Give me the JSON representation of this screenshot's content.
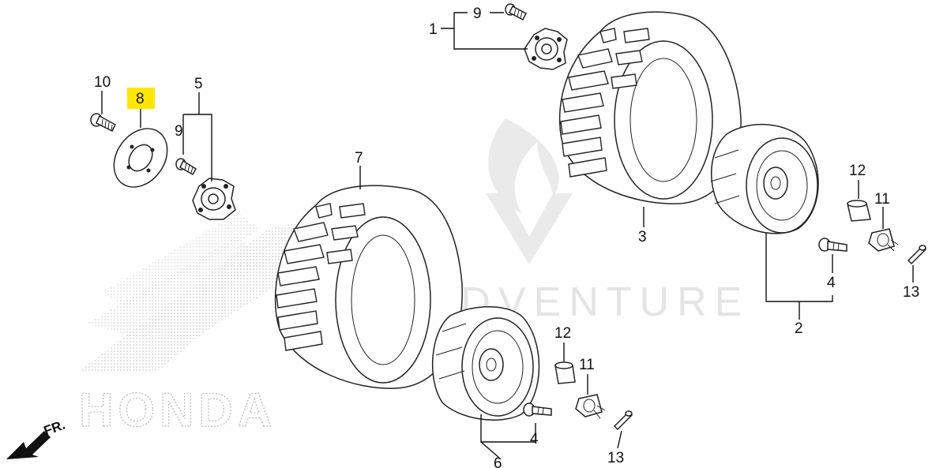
{
  "watermark": {
    "text": "LEADVENTURE"
  },
  "brand": {
    "text": "HONDA"
  },
  "direction": {
    "label": "FR.",
    "icon": "arrow-front-icon"
  },
  "highlight_color": "#ffe600",
  "callouts": {
    "c1": "1",
    "c2": "2",
    "c3": "3",
    "c4a": "4",
    "c4b": "4",
    "c5": "5",
    "c6": "6",
    "c7": "7",
    "c8": "8",
    "c9a": "9",
    "c9b": "9",
    "c10": "10",
    "c11a": "11",
    "c11b": "11",
    "c12a": "12",
    "c12b": "12",
    "c13a": "13",
    "c13b": "13"
  },
  "highlighted_part": "8"
}
